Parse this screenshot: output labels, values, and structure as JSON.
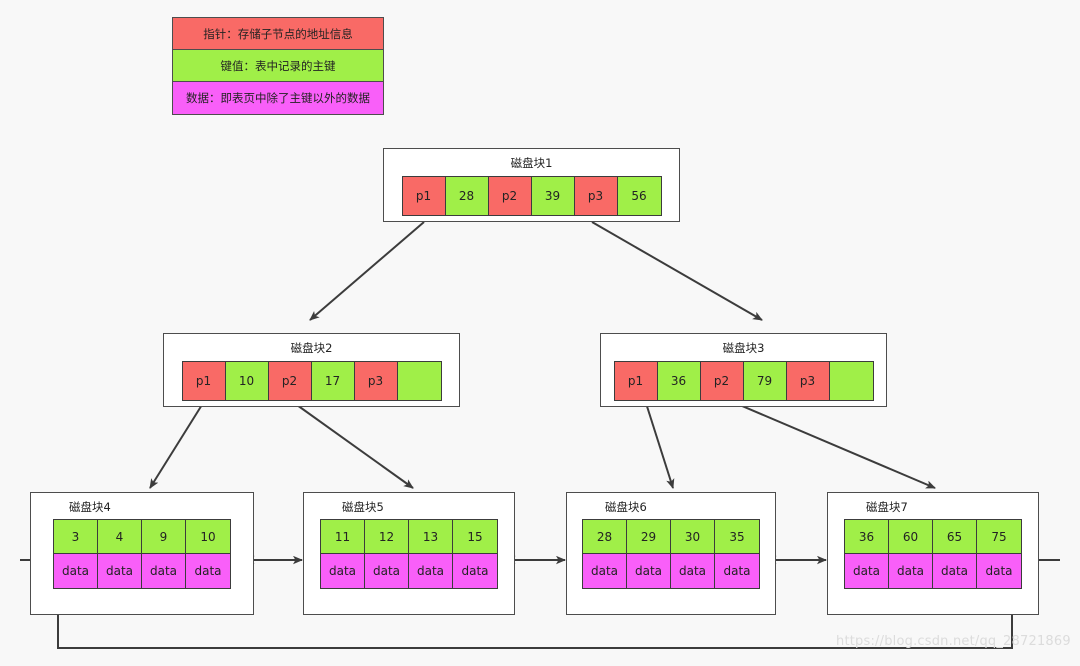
{
  "legend": {
    "rows": [
      {
        "name": "pointer",
        "text": "指针：存储子节点的地址信息",
        "color": "#f96a66"
      },
      {
        "name": "key",
        "text": "键值：表中记录的主键",
        "color": "#a0ef48"
      },
      {
        "name": "data",
        "text": "数据：即表页中除了主键以外的数据",
        "color": "#f95ff9"
      }
    ]
  },
  "tree": {
    "root": {
      "title": "磁盘块1",
      "cells": [
        {
          "type": "ptr",
          "text": "p1"
        },
        {
          "type": "key",
          "text": "28"
        },
        {
          "type": "ptr",
          "text": "p2"
        },
        {
          "type": "key",
          "text": "39"
        },
        {
          "type": "ptr",
          "text": "p3"
        },
        {
          "type": "key",
          "text": "56"
        }
      ]
    },
    "internal": [
      {
        "title": "磁盘块2",
        "cells": [
          {
            "type": "ptr",
            "text": "p1"
          },
          {
            "type": "key",
            "text": "10"
          },
          {
            "type": "ptr",
            "text": "p2"
          },
          {
            "type": "key",
            "text": "17"
          },
          {
            "type": "ptr",
            "text": "p3"
          },
          {
            "type": "key",
            "text": ""
          }
        ]
      },
      {
        "title": "磁盘块3",
        "cells": [
          {
            "type": "ptr",
            "text": "p1"
          },
          {
            "type": "key",
            "text": "36"
          },
          {
            "type": "ptr",
            "text": "p2"
          },
          {
            "type": "key",
            "text": "79"
          },
          {
            "type": "ptr",
            "text": "p3"
          },
          {
            "type": "key",
            "text": ""
          }
        ]
      }
    ],
    "leaves": [
      {
        "title": "磁盘块4",
        "keys": [
          "3",
          "4",
          "9",
          "10"
        ],
        "data": [
          "data",
          "data",
          "data",
          "data"
        ]
      },
      {
        "title": "磁盘块5",
        "keys": [
          "11",
          "12",
          "13",
          "15"
        ],
        "data": [
          "data",
          "data",
          "data",
          "data"
        ]
      },
      {
        "title": "磁盘块6",
        "keys": [
          "28",
          "29",
          "30",
          "35"
        ],
        "data": [
          "data",
          "data",
          "data",
          "data"
        ]
      },
      {
        "title": "磁盘块7",
        "keys": [
          "36",
          "60",
          "65",
          "75"
        ],
        "data": [
          "data",
          "data",
          "data",
          "data"
        ]
      }
    ]
  },
  "watermark": {
    "text": "https://blog.csdn.net/qq_28721869"
  },
  "colors": {
    "background": "#f8f8f8",
    "pointer": "#f96a66",
    "key": "#a0ef48",
    "data": "#f95ff9",
    "stroke": "#3c3c3c"
  }
}
